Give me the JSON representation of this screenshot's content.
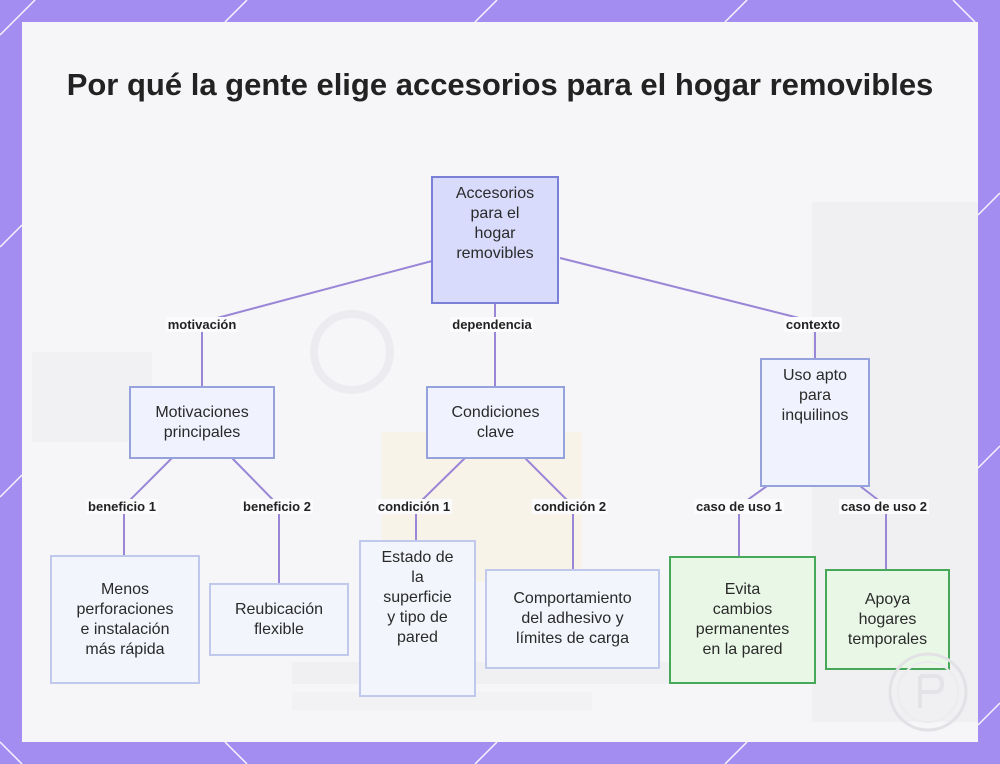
{
  "title": "Por qué la gente elige accesorios para el hogar removibles",
  "colors": {
    "background": "#a48df0",
    "edge": "#9a86d6",
    "root_fill": "#d9dbfc",
    "mid_fill": "#f0f2fe",
    "green_border": "#48a85a"
  },
  "nodes": {
    "root": "Accesorios\npara el\nhogar\nremovibles",
    "motivations": "Motivaciones\nprincipales",
    "conditions": "Condiciones\nclave",
    "tenant": "Uso apto\npara\ninquilinos",
    "fewer_holes": "Menos\nperforaciones\ne instalación\nmás rápida",
    "relocation": "Reubicación\nflexible",
    "surface": "Estado de\nla\nsuperficie\ny tipo de\npared",
    "adhesive": "Comportamiento\ndel adhesivo y\nlímites de carga",
    "avoid_changes": "Evita\ncambios\npermanentes\nen la pared",
    "temporary": "Apoya\nhogares\ntemporales"
  },
  "edge_labels": {
    "motivation": "motivación",
    "dependency": "dependencia",
    "context": "contexto",
    "benefit1": "beneficio 1",
    "benefit2": "beneficio 2",
    "condition1": "condición 1",
    "condition2": "condición 2",
    "usecase1": "caso de uso 1",
    "usecase2": "caso de uso 2"
  },
  "logo_icon": "brand-logo-icon"
}
